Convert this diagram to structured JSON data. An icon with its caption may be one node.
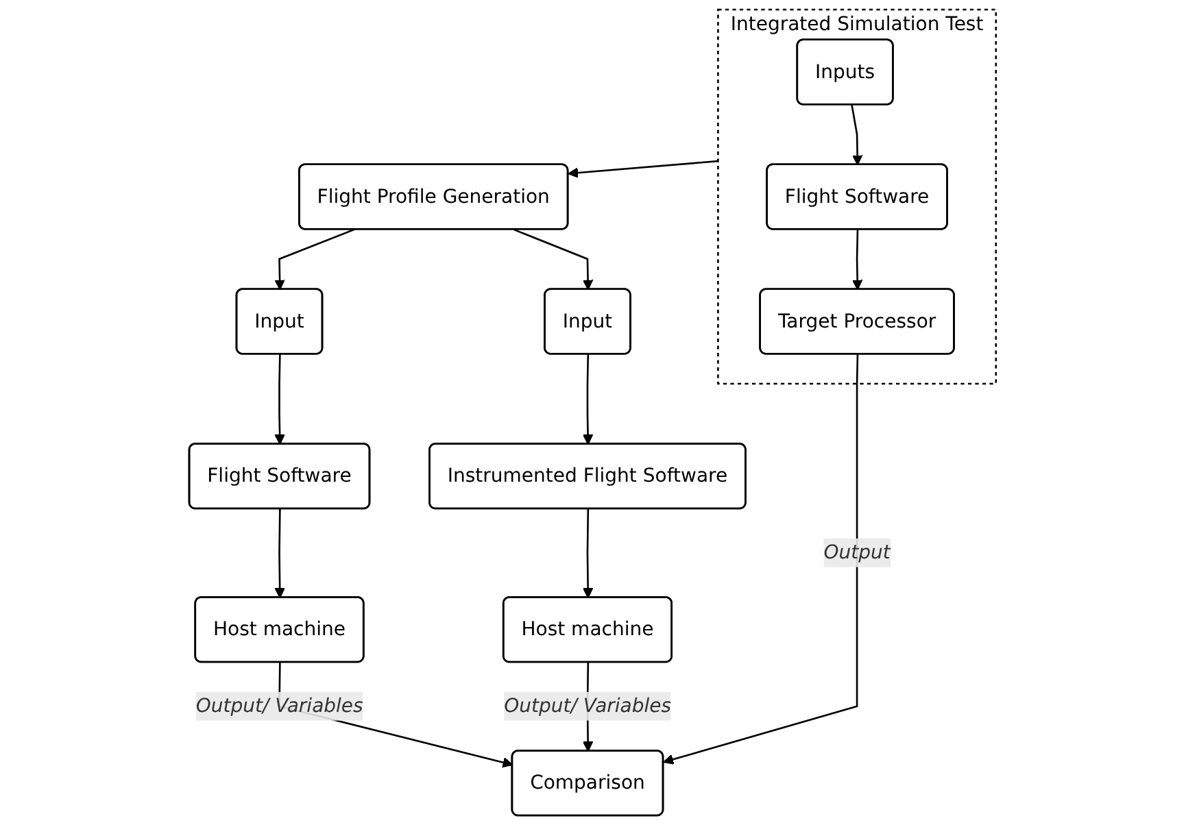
{
  "diagram": {
    "nodes": [
      {
        "text": [
          "Flight Profile Generation"
        ]
      },
      {
        "text": [
          "Input"
        ]
      },
      {
        "text": [
          "Flight Software"
        ]
      },
      {
        "text": [
          "Host machine"
        ]
      },
      {
        "text": [
          "Input"
        ]
      },
      {
        "text": [
          "Instrumented Flight Software"
        ]
      },
      {
        "text": [
          "Host machine"
        ]
      },
      {
        "text": [
          "Integrated Simulation Test"
        ]
      },
      {
        "text": [
          "Inputs"
        ],
        "in": 7
      },
      {
        "text": [
          "Flight Software"
        ],
        "in": 7
      },
      {
        "text": [
          "Target Processor"
        ],
        "in": 7
      },
      {
        "text": [
          "Comparison"
        ]
      }
    ],
    "edges": [
      {
        "from": 0,
        "to": 1,
        "arrow": "to"
      },
      {
        "from": 0,
        "to": 4,
        "arrow": "to"
      },
      {
        "from": 7,
        "to": 0,
        "arrow": "to"
      },
      {
        "from": 1,
        "to": 2,
        "arrow": "to"
      },
      {
        "from": 2,
        "to": 3,
        "arrow": "to"
      },
      {
        "from": 4,
        "to": 5,
        "arrow": "to"
      },
      {
        "from": 5,
        "to": 6,
        "arrow": "to"
      },
      {
        "from": 8,
        "to": 9,
        "arrow": "to"
      },
      {
        "from": 9,
        "to": 10,
        "arrow": "to"
      },
      {
        "from": 3,
        "to": 11,
        "label": "Output/ Variables",
        "arrow": "to"
      },
      {
        "from": 6,
        "to": 11,
        "label": "Output/ Variables",
        "arrow": "to"
      },
      {
        "from": 10,
        "to": 11,
        "label": "Output",
        "arrow": "to"
      }
    ]
  }
}
